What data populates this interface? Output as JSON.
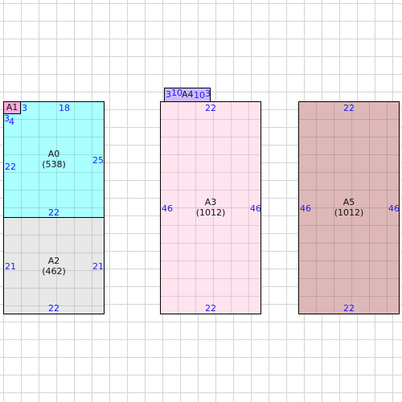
{
  "colors": {
    "a0": "#aaffff",
    "a2": "#e8e8e8",
    "a3": "#ffe4f0",
    "a5": "#deb8b8",
    "a1": "#ffaadd",
    "a4": "#ccbbff",
    "dim": "#1a1aff"
  },
  "blocks": {
    "a0": {
      "name": "A0",
      "value": "(538)",
      "top": "18",
      "bottom": "22",
      "left": "22",
      "right": "25"
    },
    "a2": {
      "name": "A2",
      "value": "(462)",
      "bottom": "22",
      "left": "21",
      "right": "21"
    },
    "a3": {
      "name": "A3",
      "value": "(1012)",
      "top": "22",
      "bottom": "22",
      "left": "46",
      "right": "46"
    },
    "a5": {
      "name": "A5",
      "value": "(1012)",
      "top": "22",
      "bottom": "22",
      "left": "46",
      "right": "46"
    }
  },
  "tags": {
    "a1": {
      "name": "A1",
      "right": "3",
      "below_a": "3",
      "below_b": "4"
    },
    "a4": {
      "name": "A4",
      "left_a": "3",
      "left_b": "10",
      "right_a": "10",
      "right_b": "3"
    }
  }
}
